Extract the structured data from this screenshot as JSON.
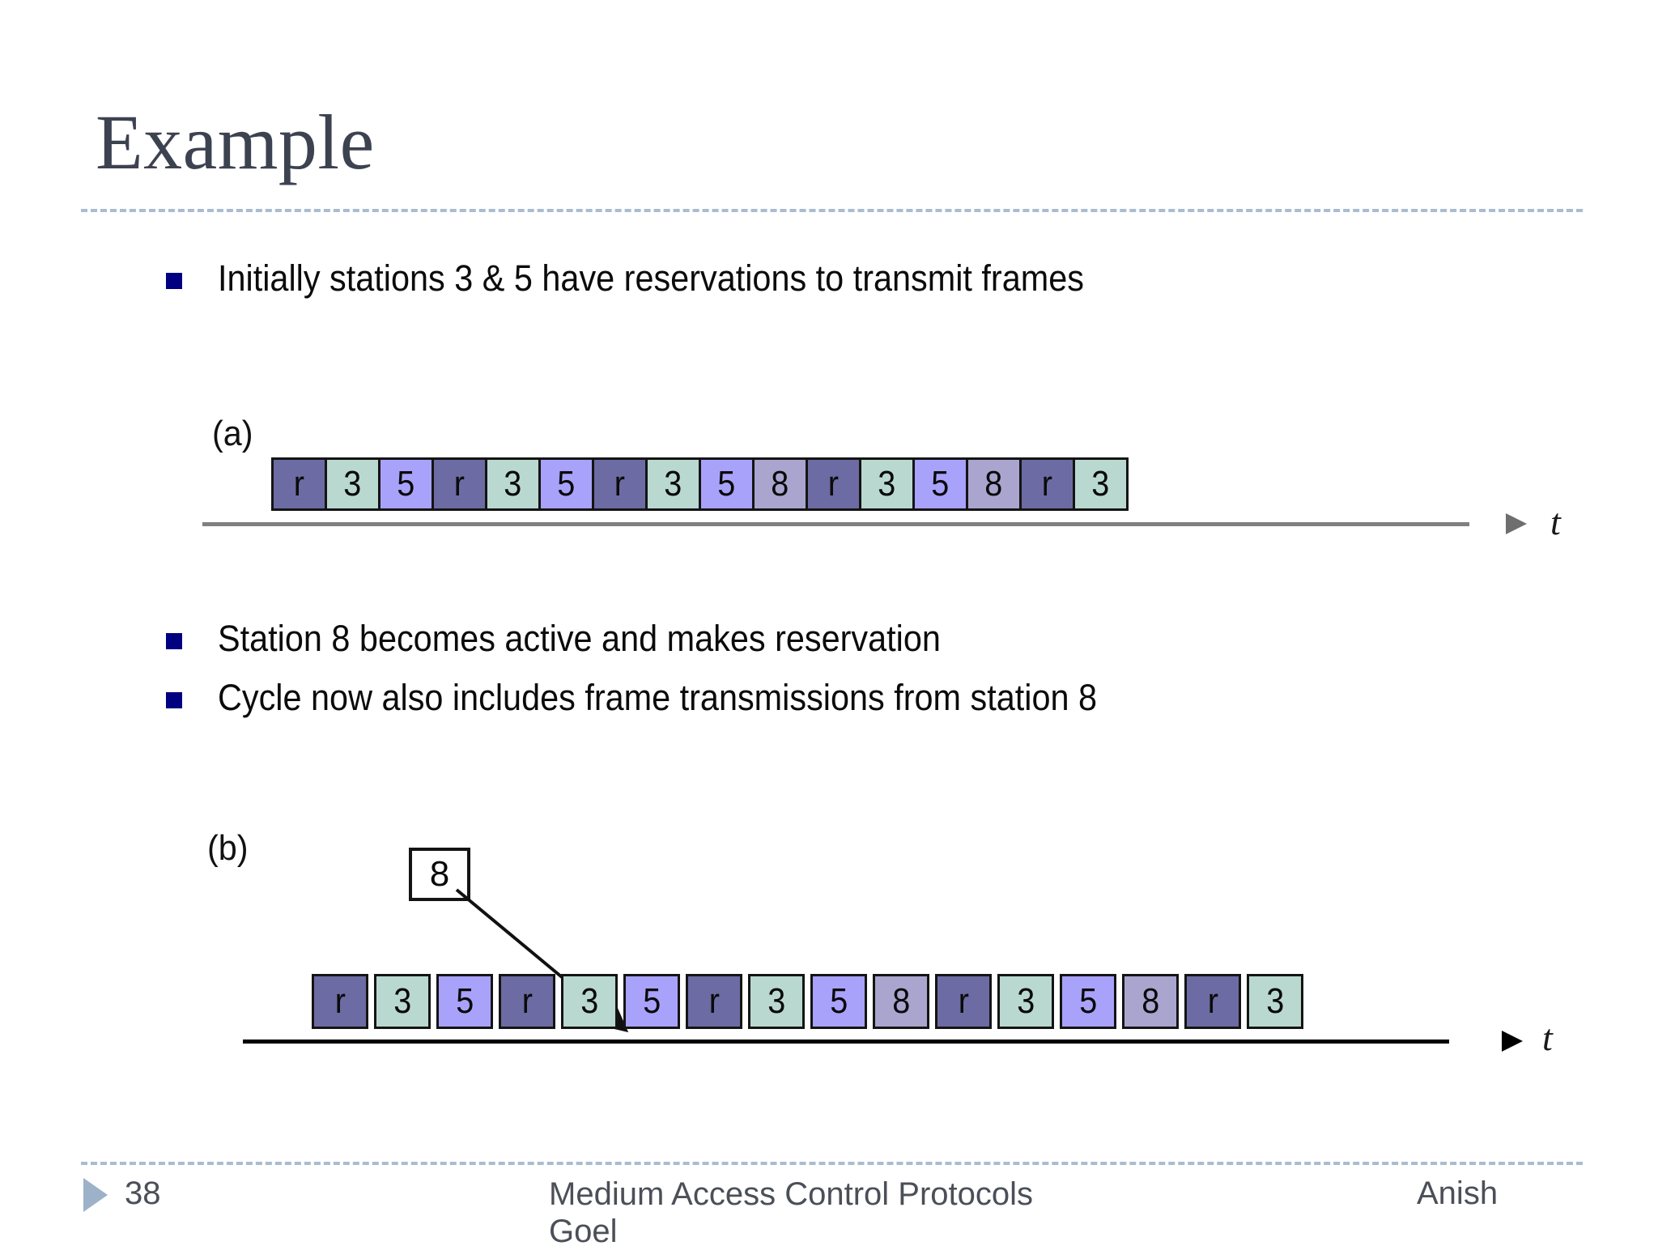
{
  "slide": {
    "title": "Example",
    "bullets": [
      "Initially stations 3 & 5 have reservations to transmit frames",
      "Station 8 becomes active and makes reservation",
      "Cycle now also includes frame transmissions from station 8"
    ]
  },
  "colors": {
    "title_text": "#3d4250",
    "divider": "#a9bcd0",
    "bullet_marker": "#000080",
    "cell_r": "#6c6ba3",
    "cell_3": "#b9d8d0",
    "cell_5": "#a9a2fb",
    "cell_8": "#a9a5cf",
    "cell_border": "#141414",
    "axis_a": "#808080",
    "axis_b": "#000000",
    "footer_triangle": "#9bb2c9",
    "footer_text": "#4b4f58"
  },
  "chart_data": {
    "type": "table",
    "title": "Reservation-based MAC cycle timeline",
    "diagrams": [
      {
        "id": "a",
        "label": "(a)",
        "axis_label": "t",
        "axis_style": "gray",
        "cell_style": "contiguous",
        "slots": [
          {
            "value": "r",
            "kind": "reservation"
          },
          {
            "value": "3",
            "kind": "station"
          },
          {
            "value": "5",
            "kind": "station"
          },
          {
            "value": "r",
            "kind": "reservation"
          },
          {
            "value": "3",
            "kind": "station"
          },
          {
            "value": "5",
            "kind": "station"
          },
          {
            "value": "r",
            "kind": "reservation"
          },
          {
            "value": "3",
            "kind": "station"
          },
          {
            "value": "5",
            "kind": "station"
          },
          {
            "value": "8",
            "kind": "station"
          },
          {
            "value": "r",
            "kind": "reservation"
          },
          {
            "value": "3",
            "kind": "station"
          },
          {
            "value": "5",
            "kind": "station"
          },
          {
            "value": "8",
            "kind": "station"
          },
          {
            "value": "r",
            "kind": "reservation"
          },
          {
            "value": "3",
            "kind": "station"
          }
        ]
      },
      {
        "id": "b",
        "label": "(b)",
        "axis_label": "t",
        "axis_style": "black",
        "cell_style": "spaced",
        "annotation": {
          "box_value": "8",
          "arrow": "down-right"
        },
        "slots": [
          {
            "value": "r",
            "kind": "reservation"
          },
          {
            "value": "3",
            "kind": "station"
          },
          {
            "value": "5",
            "kind": "station"
          },
          {
            "value": "r",
            "kind": "reservation"
          },
          {
            "value": "3",
            "kind": "station"
          },
          {
            "value": "5",
            "kind": "station"
          },
          {
            "value": "r",
            "kind": "reservation"
          },
          {
            "value": "3",
            "kind": "station"
          },
          {
            "value": "5",
            "kind": "station"
          },
          {
            "value": "8",
            "kind": "station"
          },
          {
            "value": "r",
            "kind": "reservation"
          },
          {
            "value": "3",
            "kind": "station"
          },
          {
            "value": "5",
            "kind": "station"
          },
          {
            "value": "8",
            "kind": "station"
          },
          {
            "value": "r",
            "kind": "reservation"
          },
          {
            "value": "3",
            "kind": "station"
          }
        ]
      }
    ]
  },
  "footer": {
    "page_number": "38",
    "center_text": "Medium Access Control Protocols Goel",
    "right_text": "Anish"
  }
}
